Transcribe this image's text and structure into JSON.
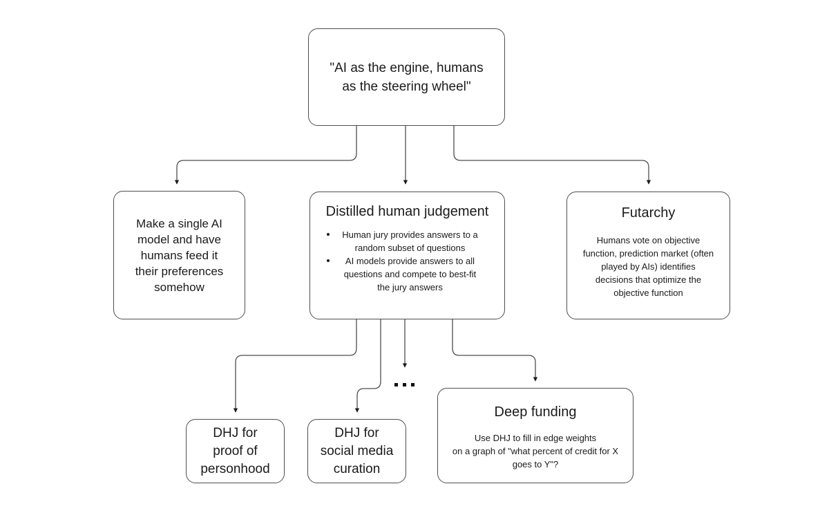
{
  "diagram": {
    "title_text": "\"AI as the engine, humans as the steering wheel\"",
    "stroke_color": "#4d4d4d",
    "text_color": "#1a1a1a",
    "background": "#ffffff",
    "ellipsis_label": "• • •"
  },
  "nodes": {
    "root": {
      "line1": "\"AI as the engine, humans",
      "line2": "as the steering wheel\""
    },
    "single_ai_model": {
      "line1": "Make a single AI",
      "line2": "model and have",
      "line3": "humans feed it",
      "line4": "their preferences",
      "line5": "somehow"
    },
    "distilled_human_judgement": {
      "title": "Distilled human judgement",
      "bullets": [
        "Human jury provides answers to a random subset of questions",
        "AI models provide answers to all questions and compete to best-fit the jury answers"
      ]
    },
    "futarchy": {
      "title": "Futarchy",
      "body": "Humans vote on objective function, prediction market (often played by AIs) identifies decisions that optimize the objective function"
    },
    "dhj_personhood": {
      "line1": "DHJ for",
      "line2": "proof of",
      "line3": "personhood"
    },
    "dhj_social_media": {
      "line1": "DHJ for",
      "line2": "social media",
      "line3": "curation"
    },
    "deep_funding": {
      "title": "Deep funding",
      "line1": "Use DHJ to fill in edge weights",
      "line2": "on a graph of \"what percent of credit for X",
      "line3": "goes to Y\"?"
    }
  }
}
